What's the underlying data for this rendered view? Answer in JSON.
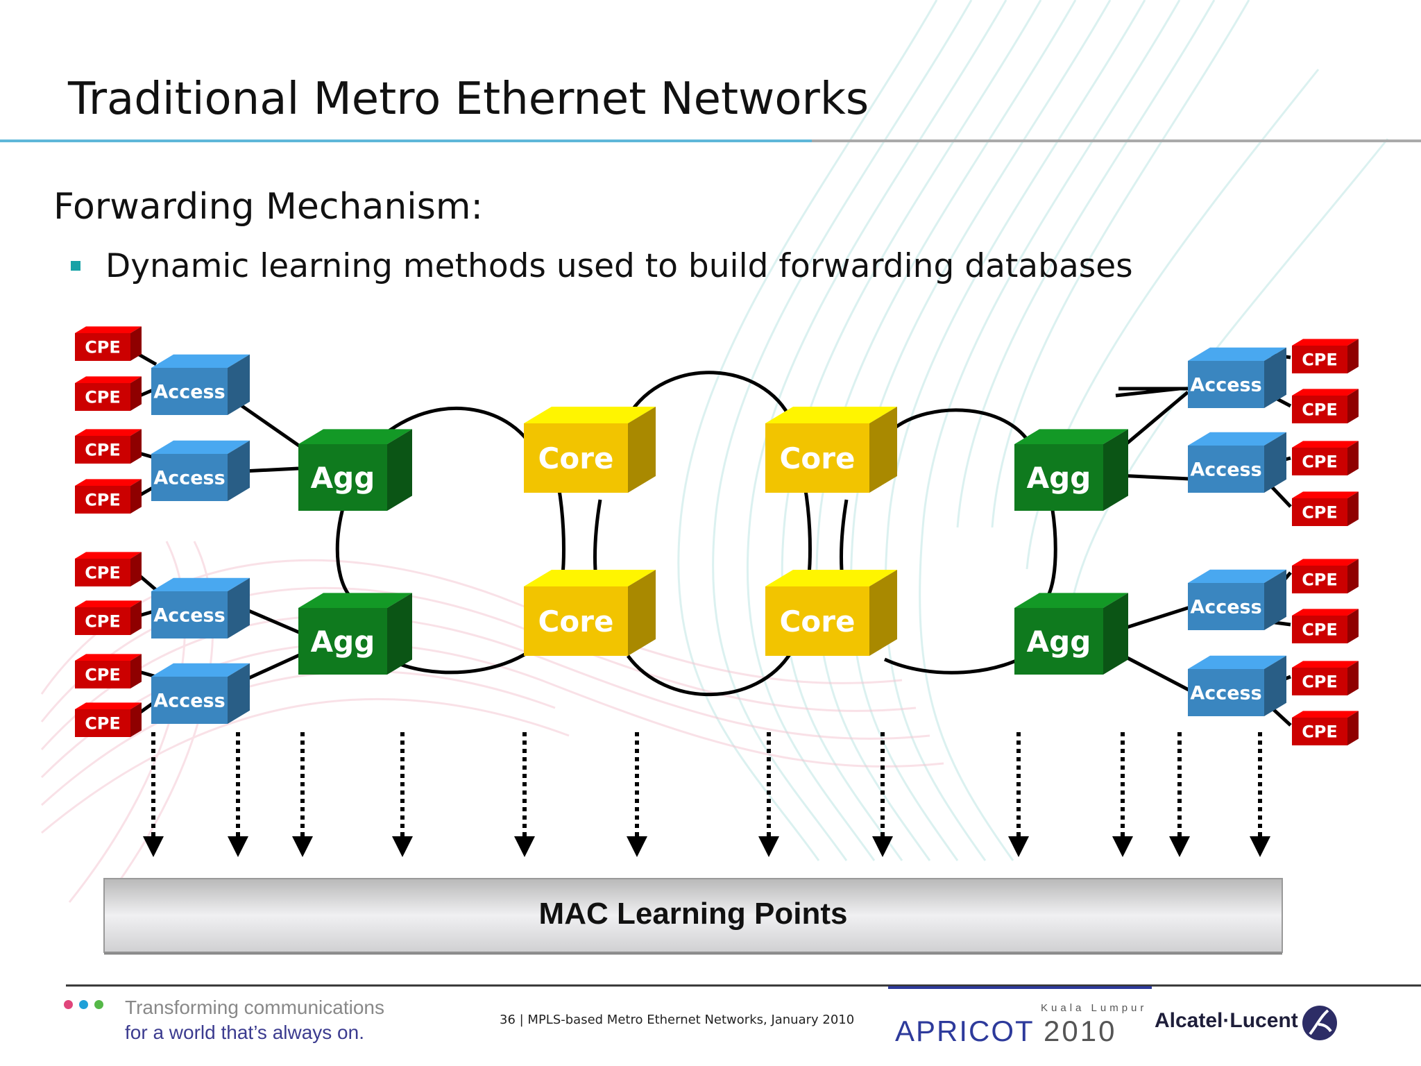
{
  "slide": {
    "title": "Traditional Metro Ethernet Networks",
    "subtitle": "Forwarding Mechanism:",
    "bullet": "Dynamic learning methods used to build forwarding databases"
  },
  "diagram": {
    "labels": {
      "cpe": "CPE",
      "access": "Access",
      "agg": "Agg",
      "core": "Core",
      "mac_bar": "MAC Learning Points"
    },
    "colors": {
      "cpe": "#cc0000",
      "access": "#3a86c0",
      "agg": "#0f7a1e",
      "core": "#f2c400",
      "bar": "#dcdcdc"
    }
  },
  "footer": {
    "tagline_line1": "Transforming communications",
    "tagline_line2": "for a world that’s always on.",
    "slide_info": "36 | MPLS-based Metro Ethernet Networks, January 2010",
    "event_city": "Kuala Lumpur",
    "event_name": "APRICOT",
    "event_year": "2010",
    "company": "Alcatel·Lucent",
    "dot_colors": [
      "#e0457b",
      "#1fa0d8",
      "#55b848"
    ]
  }
}
